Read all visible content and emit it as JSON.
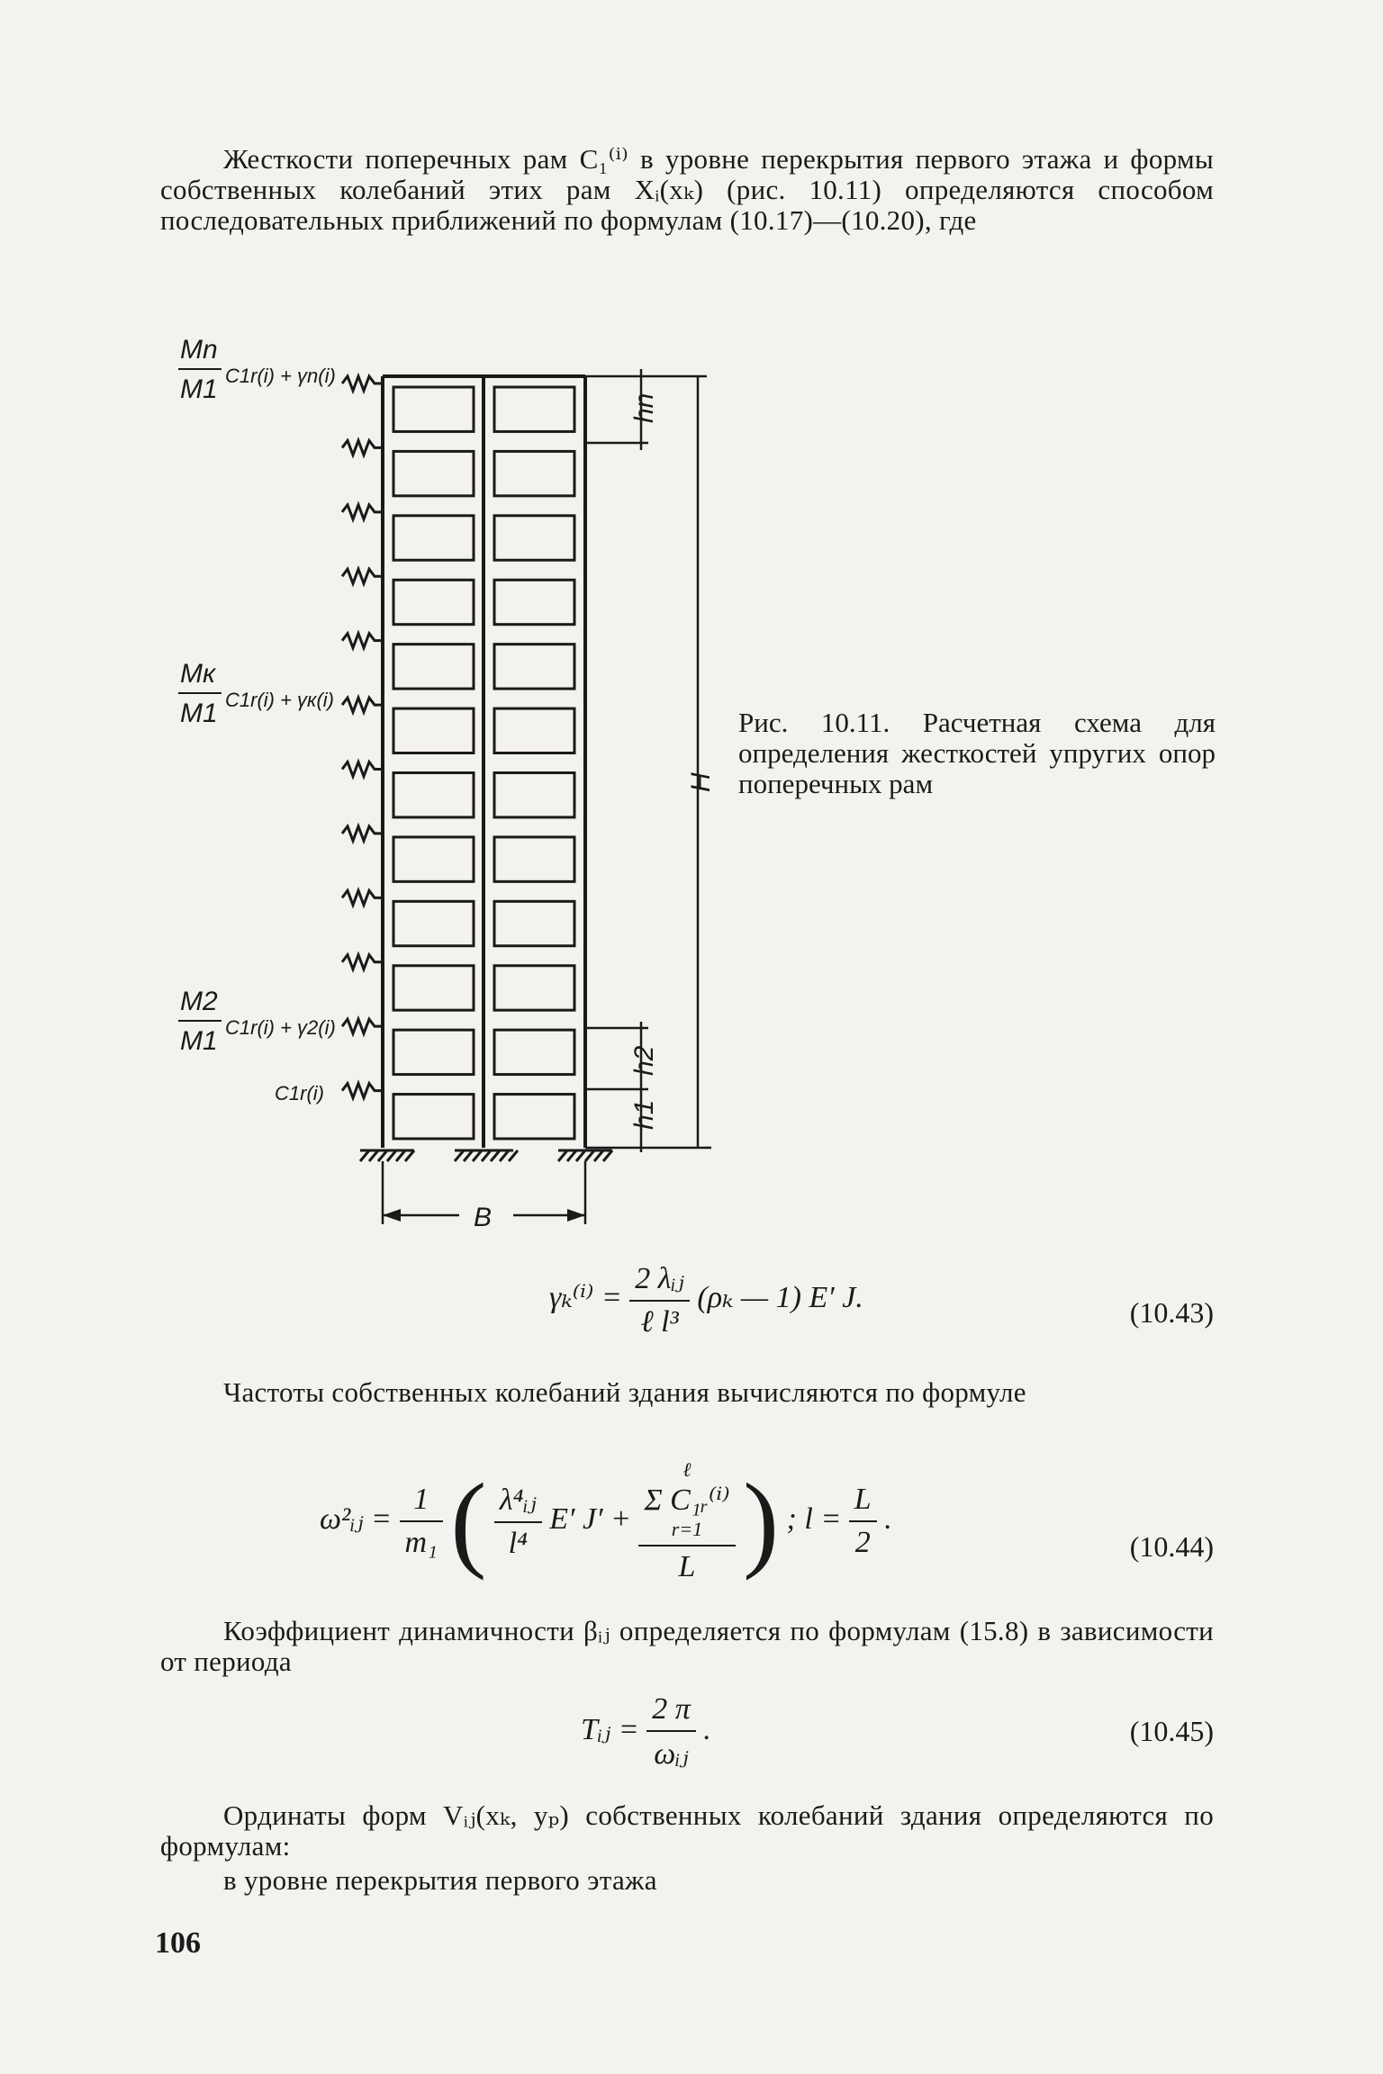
{
  "paragraph1": "Жесткости поперечных рам C₁⁽ⁱ⁾ в уровне перекрытия первого этажа и формы собственных колебаний этих рам Xᵢ(xₖ) (рис. 10.11) определяются способом последовательных приближений по формулам (10.17)—(10.20), где",
  "figure": {
    "labels": {
      "top_ratio_num": "Mn",
      "top_ratio_den": "M1",
      "top_term": "C1r(i) + γn(i)",
      "mid_ratio_num": "Mк",
      "mid_ratio_den": "M1",
      "mid_term": "C1r(i) + γк(i)",
      "low_ratio_num": "M2",
      "low_ratio_den": "M1",
      "low_term": "C1r(i) + γ2(i)",
      "base_term": "C1r(i)",
      "hn": "hn",
      "h2": "h2",
      "h1": "h1",
      "H": "H",
      "B": "B"
    },
    "caption": "Рис. 10.11. Расчетная схема для определения жесткостей упругих опор поперечных рам"
  },
  "eq43": {
    "lhs": "γₖ⁽ⁱ⁾ =",
    "num": "2 λᵢⱼ",
    "den": "ℓ l³",
    "rest": "(ρₖ — 1) E′ J.",
    "number": "(10.43)"
  },
  "paragraph2": "Частоты собственных колебаний здания вычисляются по формуле",
  "eq44": {
    "lhs": "ω²ᵢⱼ =",
    "f1_num": "1",
    "f1_den": "m₁",
    "f2_num": "λ⁴ᵢⱼ",
    "f2_den": "l⁴",
    "mid": "E′ J′ +",
    "sum_num": "Σ C₁ᵣ⁽ⁱ⁾",
    "sum_top": "ℓ",
    "sum_bot": "r=1",
    "sum_den": "L",
    "tail": "; l =",
    "f3_num": "L",
    "f3_den": "2",
    "end": ".",
    "number": "(10.44)"
  },
  "paragraph3": "Коэффициент динамичности βᵢⱼ определяется по формулам (15.8) в зависимости от периода",
  "eq45": {
    "lhs": "Tᵢⱼ =",
    "num": "2 π",
    "den": "ωᵢⱼ",
    "end": ".",
    "number": "(10.45)"
  },
  "paragraph4": "Ординаты форм Vᵢⱼ(xₖ, yₚ) собственных колебаний здания определяются по формулам:",
  "paragraph5": "в уровне перекрытия первого этажа",
  "page_number": "106"
}
